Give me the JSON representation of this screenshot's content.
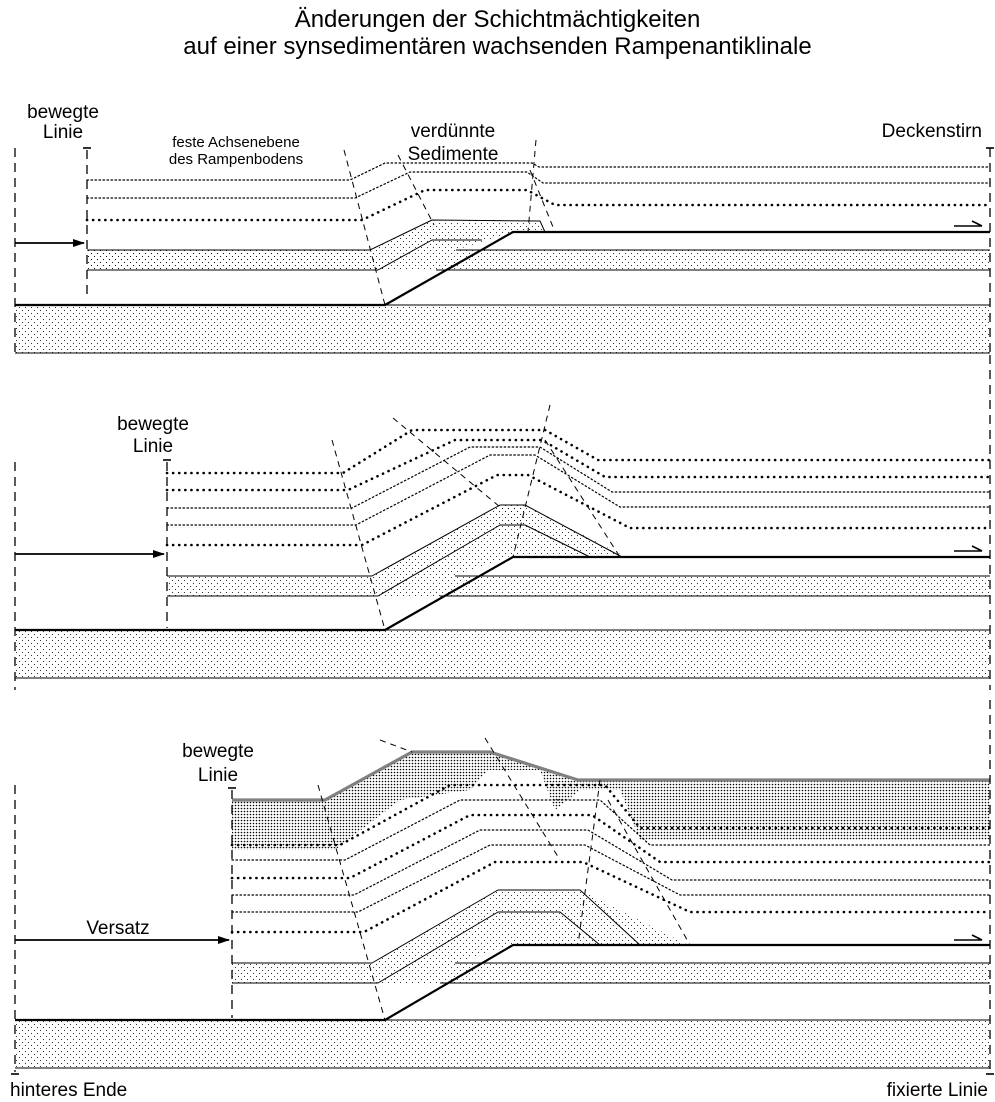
{
  "title": {
    "line1": "Änderungen der Schichtmächtigkeiten",
    "line2": "auf einer synsedimentären wachsenden Rampenantiklinale"
  },
  "labels": {
    "moved_line_top": [
      "bewegte",
      "Linie"
    ],
    "moved_line_mid": [
      "bewegte",
      "Linie"
    ],
    "moved_line_bottom": [
      "bewegte",
      "Linie"
    ],
    "axial_plane": [
      "feste Achsenebene",
      "des Rampenbodens"
    ],
    "thinned_sediments": [
      "verdünnte",
      "Sedimente"
    ],
    "nappe_front": "Deckenstirn",
    "offset": "Versatz",
    "rear_end": "hinteres Ende",
    "fixed_line": "fixierte Linie"
  },
  "colors": {
    "line": "#000000",
    "growth_surface": "#808080",
    "stipple": "#000000",
    "background": "#ffffff"
  }
}
